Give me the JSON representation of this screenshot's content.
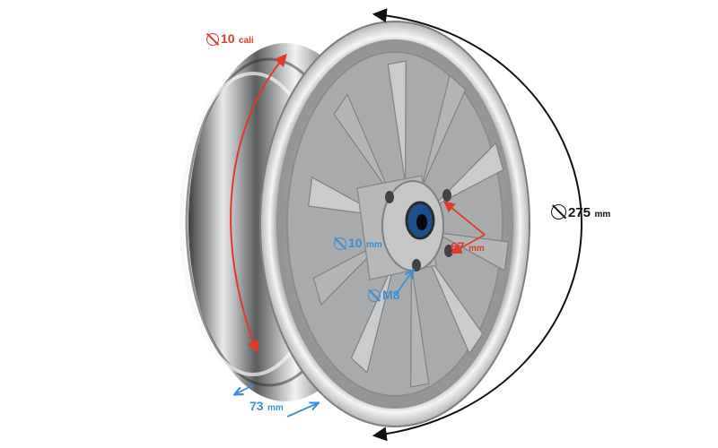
{
  "product": {
    "description_icon": "scooter-wheel-rim",
    "rim_color": "#9a9c9e"
  },
  "dimensions": {
    "rim_size": {
      "value": "10",
      "unit": "cali",
      "color": "#e03a2a"
    },
    "outer_diameter": {
      "value": "275",
      "unit": "mm",
      "color": "#111111"
    },
    "axle_diameter": {
      "value": "10",
      "unit": "mm",
      "color": "#3a8fd6"
    },
    "bolt_spacing": {
      "value": "67",
      "unit": "mm",
      "color": "#e03a2a"
    },
    "bolt_hole": {
      "value": "M8",
      "unit": "",
      "color": "#3a8fd6"
    },
    "rim_width": {
      "value": "73",
      "unit": "mm",
      "color": "#3a8fd6"
    }
  }
}
